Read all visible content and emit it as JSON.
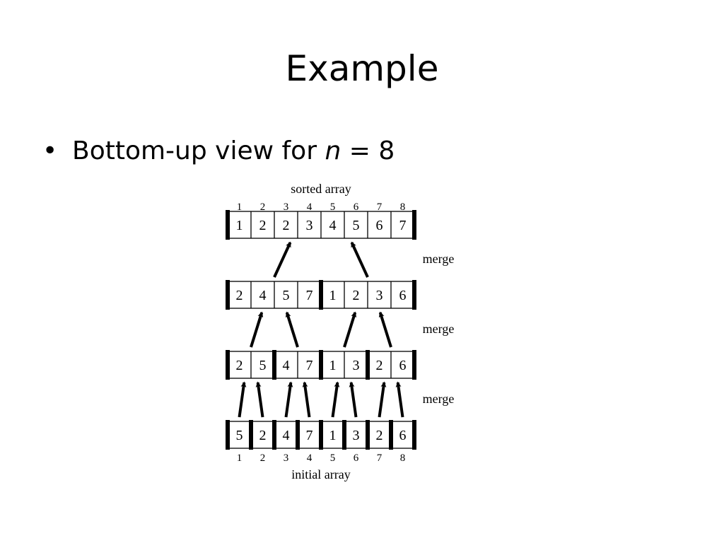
{
  "slide": {
    "title": "Example",
    "bullet": {
      "marker": "•",
      "text_before": "Bottom-up view for ",
      "variable": "n",
      "text_after": " = 8"
    }
  },
  "diagram": {
    "top_label": "sorted array",
    "bottom_label": "initial array",
    "merge_label": "merge",
    "index_labels": [
      "1",
      "2",
      "3",
      "4",
      "5",
      "6",
      "7",
      "8"
    ],
    "levels": [
      {
        "name": "sorted",
        "group_size": 8,
        "values": [
          "1",
          "2",
          "2",
          "3",
          "4",
          "5",
          "6",
          "7"
        ]
      },
      {
        "name": "pass-2",
        "group_size": 4,
        "values": [
          "2",
          "4",
          "5",
          "7",
          "1",
          "2",
          "3",
          "6"
        ]
      },
      {
        "name": "pass-1",
        "group_size": 2,
        "values": [
          "2",
          "5",
          "4",
          "7",
          "1",
          "3",
          "2",
          "6"
        ]
      },
      {
        "name": "initial",
        "group_size": 1,
        "values": [
          "5",
          "2",
          "4",
          "7",
          "1",
          "3",
          "2",
          "6"
        ]
      }
    ]
  }
}
